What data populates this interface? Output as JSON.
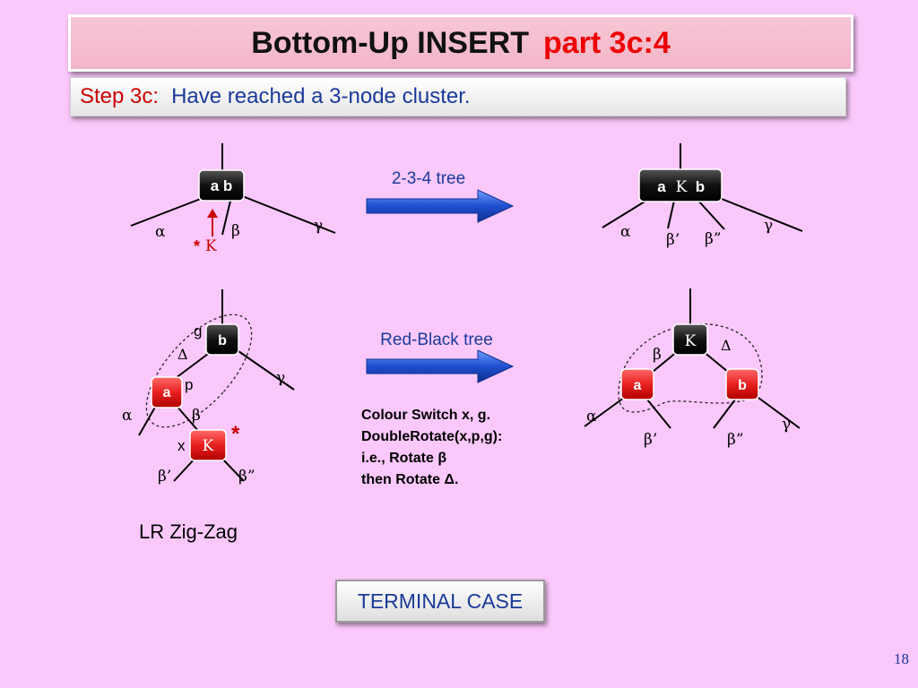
{
  "title": {
    "main": "Bottom-Up INSERT",
    "part": "part 3c:4"
  },
  "step": {
    "label": "Step 3c:",
    "text": "Have reached a 3-node cluster."
  },
  "top_left": {
    "node": "a b",
    "alpha": "α",
    "beta": "β",
    "gamma": "γ",
    "star": "*",
    "key": "K"
  },
  "arrow1_label": "2-3-4 tree",
  "top_right": {
    "node_a": "a",
    "node_k": "K",
    "node_b": "b",
    "alpha": "α",
    "beta1": "β’",
    "beta2": "β”",
    "gamma": "γ"
  },
  "bottom_left": {
    "node_b": "b",
    "node_a": "a",
    "node_k": "K",
    "g": "g",
    "p": "p",
    "x": "x",
    "delta": "Δ",
    "gamma": "γ",
    "alpha": "α",
    "beta": "β",
    "beta1": "β’",
    "beta2": "β”",
    "star": "*",
    "caption": "LR Zig-Zag"
  },
  "arrow2_label": "Red-Black tree",
  "rb_notes": {
    "line1": "Colour Switch x, g.",
    "line2": "DoubleRotate(x,p,g):",
    "line3": "i.e.,  Rotate β",
    "line4": "then Rotate Δ."
  },
  "bottom_right": {
    "node_k": "K",
    "node_a": "a",
    "node_b": "b",
    "beta": "β",
    "delta": "Δ",
    "alpha": "α",
    "beta1": "β’",
    "beta2": "β”",
    "gamma": "γ"
  },
  "terminal": "TERMINAL CASE",
  "page_number": "18",
  "colors": {
    "red_node": "#e82020",
    "black_node": "#111111",
    "arrow_blue": "#1f4fcf",
    "label_blue": "#1a3a9a",
    "pointer_red": "#cc0000"
  }
}
